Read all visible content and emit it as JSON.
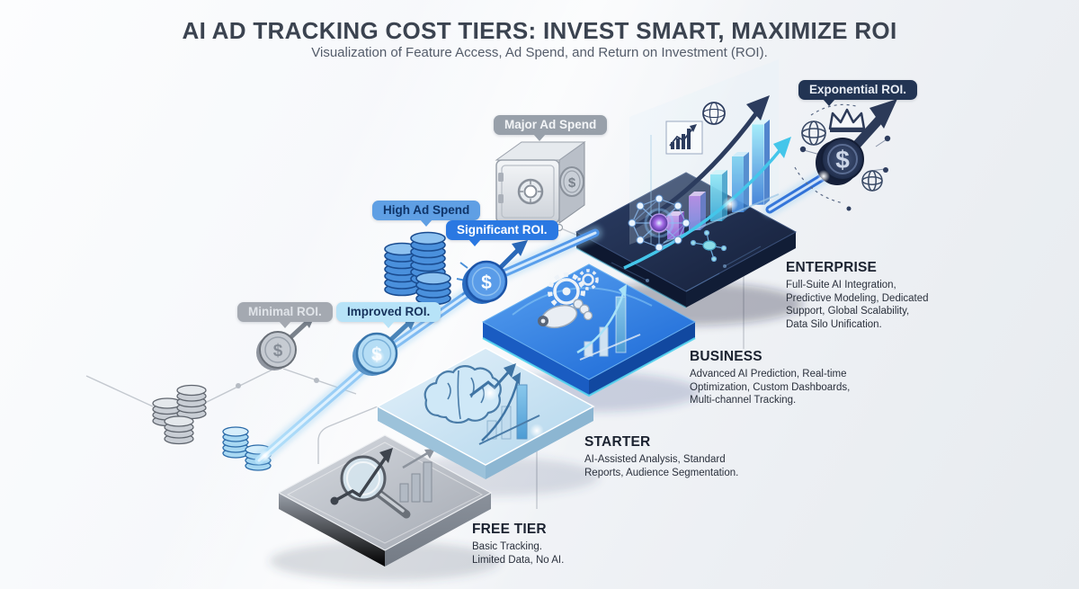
{
  "header": {
    "title": "AI AD TRACKING COST TIERS: INVEST SMART, MAXIMIZE ROI",
    "subtitle": "Visualization of Feature Access, Ad Spend, and Return on Investment (ROI)."
  },
  "badges": {
    "minimal_roi": "Minimal ROI.",
    "improved_roi": "Improved ROI.",
    "high_ad_spend": "High Ad Spend",
    "significant_roi": "Significant ROI.",
    "major_ad_spend": "Major Ad Spend",
    "exponential_roi": "Exponential ROI."
  },
  "tiers": [
    {
      "name": "FREE TIER",
      "lines": [
        "Basic Tracking.",
        "Limited Data, No AI."
      ]
    },
    {
      "name": "STARTER",
      "lines": [
        "AI-Assisted Analysis, Standard",
        "Reports, Audience Segmentation."
      ]
    },
    {
      "name": "BUSINESS",
      "lines": [
        "Advanced AI Prediction, Real-time",
        "Optimization, Custom Dashboards,",
        "Multi-channel Tracking."
      ]
    },
    {
      "name": "ENTERPRISE",
      "lines": [
        "Full-Suite AI Integration,",
        "Predictive Modeling, Dedicated",
        "Support, Global Scalability,",
        "Data Silo Unification."
      ]
    }
  ],
  "icons": {
    "dollar": "$"
  },
  "colors": {
    "free_gray": "#b4b9c1",
    "starter_blue": "#cfe6f5",
    "business_blue": "#2e7de2",
    "enterprise_navy": "#1b2942",
    "beam_blue": "#3f8ce8",
    "badge_gray": "#9aa1ab",
    "badge_light_blue": "#b7e3f8",
    "badge_blue": "#2a78e2",
    "badge_navy": "#223453"
  }
}
